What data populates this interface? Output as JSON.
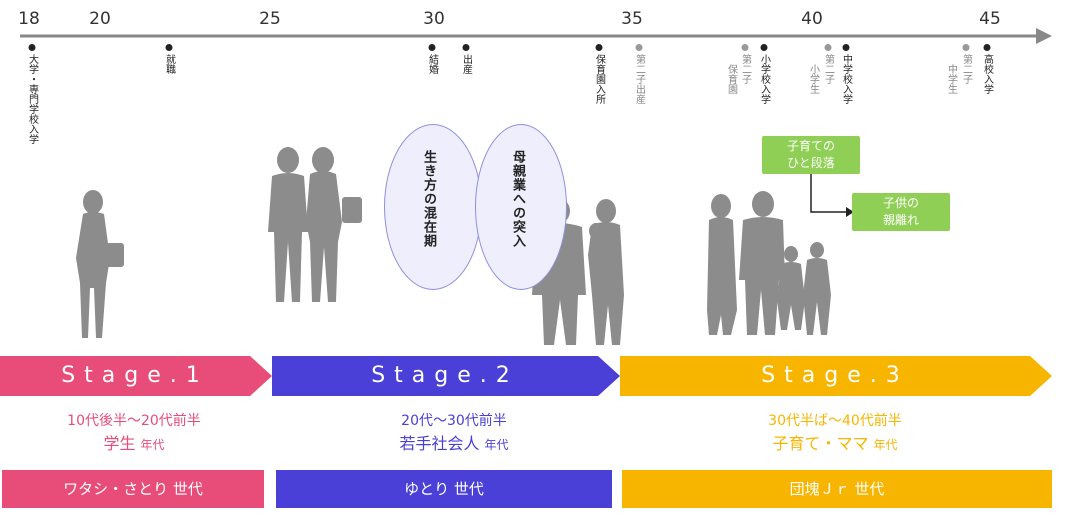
{
  "axis": {
    "ticks": [
      "18",
      "20",
      "25",
      "30",
      "35",
      "40",
      "45"
    ]
  },
  "events": {
    "e1": "大学・専門学校入学",
    "e2": "就職",
    "e3": "結婚",
    "e4": "出産",
    "e5": "保育園入所",
    "e6": "第二子出産",
    "e7a": "第二子",
    "e7b": "保育園",
    "e8": "小学校入学",
    "e9a": "第二子",
    "e9b": "小学生",
    "e10": "中学校入学",
    "e11a": "第二子",
    "e11b": "中学生",
    "e12": "高校入学"
  },
  "bubbles": {
    "b1": "生き方の混在期",
    "b2": "母親業への突入"
  },
  "boxes": {
    "box1_line1": "子育ての",
    "box1_line2": "ひと段落",
    "box2_line1": "子供の",
    "box2_line2": "親離れ"
  },
  "stages": [
    {
      "label": "Stage.1",
      "range": "10代後半〜20代前半",
      "gen_main": "学生",
      "gen_suffix": "年代",
      "generation": "ワタシ・さとり 世代"
    },
    {
      "label": "Stage.2",
      "range": "20代〜30代前半",
      "gen_main": "若手社会人",
      "gen_suffix": "年代",
      "generation": "ゆとり 世代"
    },
    {
      "label": "Stage.3",
      "range": "30代半ば〜40代前半",
      "gen_main": "子育て・ママ",
      "gen_suffix": "年代",
      "generation": "団塊Ｊｒ 世代"
    }
  ],
  "colors": {
    "stage1": "#e84c78",
    "stage2": "#4a3fd6",
    "stage3": "#f7b500",
    "axis": "#888888",
    "silhouette": "#8c8c8c",
    "green_box": "#8fcf55"
  },
  "icons": [
    "person-silhouette-icon",
    "couple-silhouette-icon",
    "family-silhouette-icon"
  ]
}
